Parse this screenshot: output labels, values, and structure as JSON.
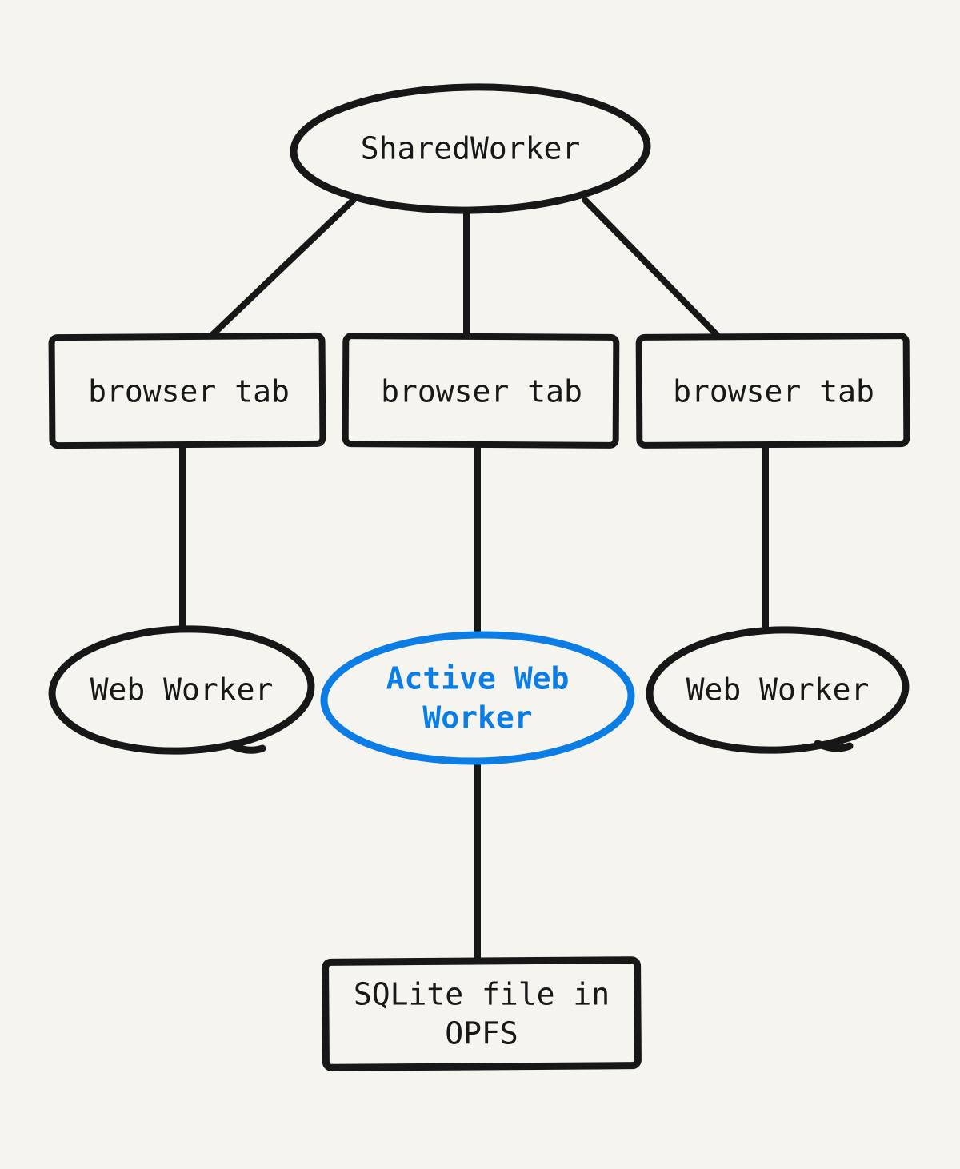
{
  "diagram": {
    "type": "flowchart",
    "background_color": "#f5f4ef",
    "stroke_color": "#171717",
    "accent_color": "#0d7de6",
    "nodes": {
      "shared_worker": {
        "label": "SharedWorker",
        "shape": "ellipse",
        "color": "black"
      },
      "tab_left": {
        "label": "browser tab",
        "shape": "rectangle",
        "color": "black"
      },
      "tab_center": {
        "label": "browser tab",
        "shape": "rectangle",
        "color": "black"
      },
      "tab_right": {
        "label": "browser tab",
        "shape": "rectangle",
        "color": "black"
      },
      "worker_left": {
        "label": "Web Worker",
        "shape": "ellipse",
        "color": "black"
      },
      "worker_active": {
        "label": "Active Web Worker",
        "shape": "ellipse",
        "color": "blue",
        "highlighted": true
      },
      "worker_right": {
        "label": "Web Worker",
        "shape": "ellipse",
        "color": "black"
      },
      "sqlite_file": {
        "label": "SQLite file in OPFS",
        "shape": "rectangle",
        "color": "black"
      }
    },
    "edges": [
      {
        "from": "shared_worker",
        "to": "tab_left"
      },
      {
        "from": "shared_worker",
        "to": "tab_center"
      },
      {
        "from": "shared_worker",
        "to": "tab_right"
      },
      {
        "from": "tab_left",
        "to": "worker_left"
      },
      {
        "from": "tab_center",
        "to": "worker_active"
      },
      {
        "from": "tab_right",
        "to": "worker_right"
      },
      {
        "from": "worker_active",
        "to": "sqlite_file"
      }
    ]
  }
}
